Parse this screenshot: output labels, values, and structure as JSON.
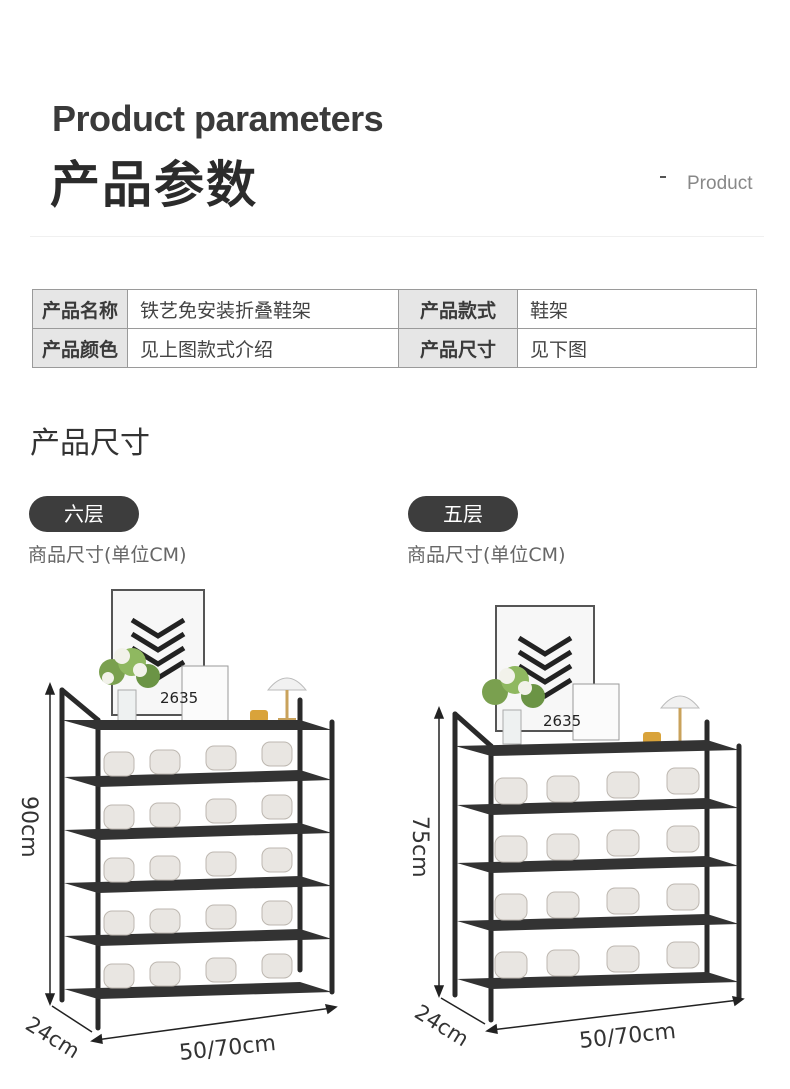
{
  "header": {
    "title_en": "Product parameters",
    "title_cn": "产品参数",
    "side_label": "Product"
  },
  "params": {
    "rows": [
      {
        "k1": "产品名称",
        "v1": "铁艺免安装折叠鞋架",
        "k2": "产品款式",
        "v2": "鞋架"
      },
      {
        "k1": "产品颜色",
        "v1": "见上图款式介绍",
        "k2": "产品尺寸",
        "v2": "见下图"
      }
    ]
  },
  "size_section": {
    "title": "产品尺寸",
    "left": {
      "badge": "六层",
      "subtitle": "商品尺寸(单位CM)",
      "height_label": "90cm",
      "depth_label": "24cm",
      "width_label": "50/70cm",
      "tiers": 6,
      "frame_text": "2635"
    },
    "right": {
      "badge": "五层",
      "subtitle": "商品尺寸(单位CM)",
      "height_label": "75cm",
      "depth_label": "24cm",
      "width_label": "50/70cm",
      "tiers": 5,
      "frame_text": "2635"
    }
  },
  "colors": {
    "rack": "#2a2a2a",
    "badge": "#3d3d3d",
    "table_key_bg": "#e6e6e6"
  }
}
